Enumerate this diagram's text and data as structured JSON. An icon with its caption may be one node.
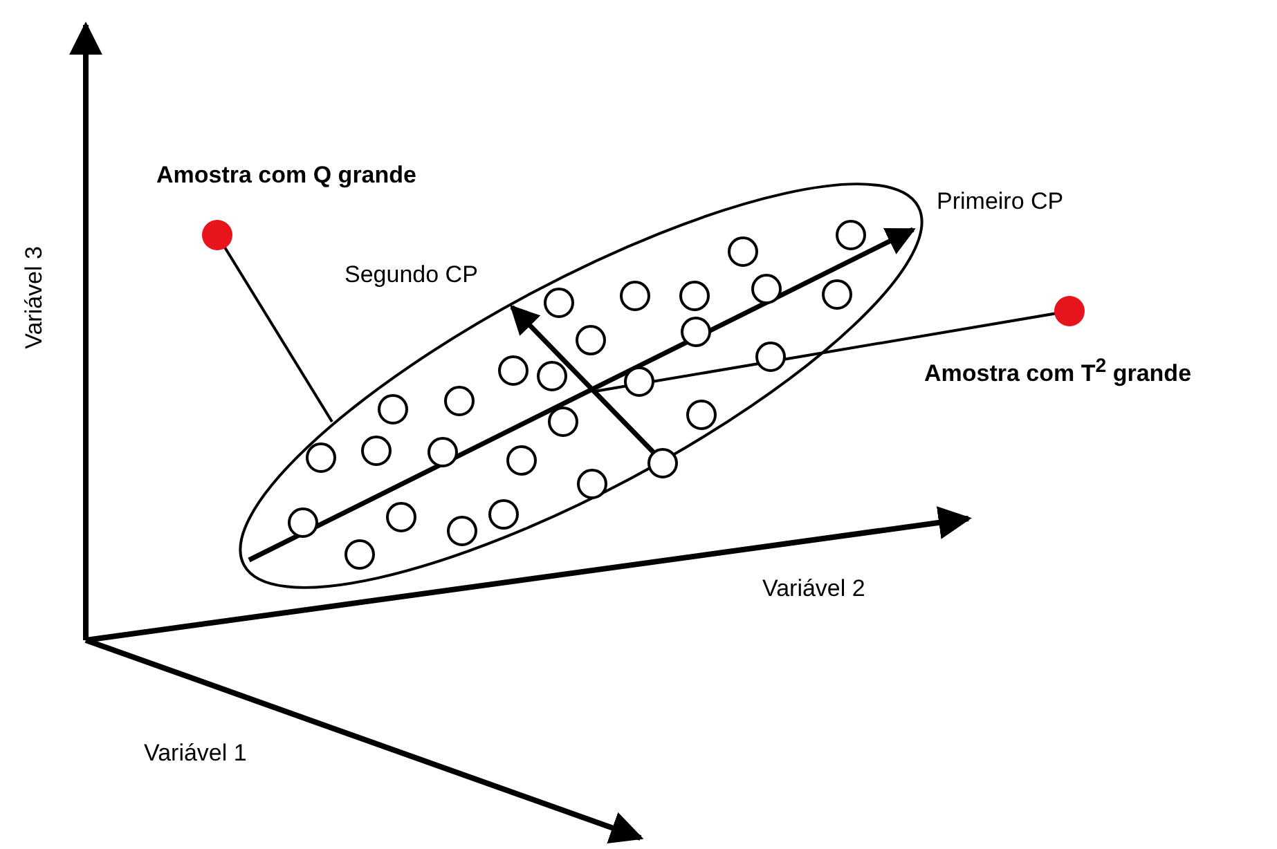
{
  "diagram": {
    "labels": [
      "Amostra com Q grande",
      "Primeiro CP",
      "Segundo CP",
      "Variável 3",
      "Amostra com T$^{2}$ grande",
      "Variável 2",
      "Variável 1"
    ]
  }
}
